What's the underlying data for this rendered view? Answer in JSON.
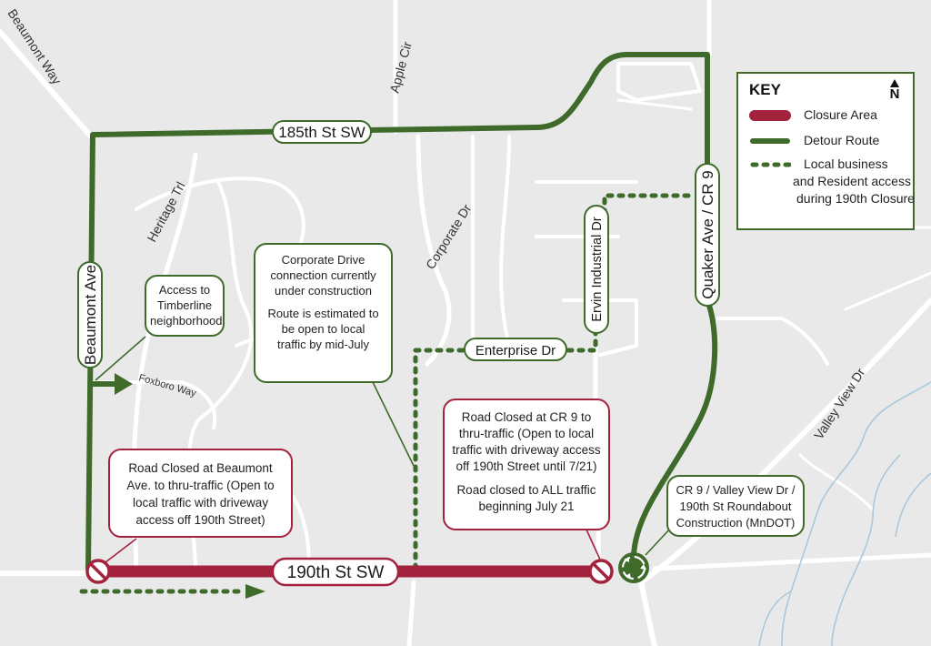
{
  "streets": {
    "beaumont_way": "Beaumont Way",
    "apple_cir": "Apple Cir",
    "heritage_trl": "Heritage Trl",
    "corporate_dr": "Corporate Dr",
    "foxboro_way": "Foxboro Way",
    "valley_view_dr": "Valley View Dr"
  },
  "route_labels": {
    "st_185": "185th St SW",
    "beaumont_ave": "Beaumont Ave",
    "st_190": "190th St SW",
    "enterprise_dr": "Enterprise Dr",
    "ervin_industrial_dr": "Ervin Industrial Dr",
    "quaker_ave": "Quaker Ave / CR 9"
  },
  "key": {
    "title": "KEY",
    "north": "N",
    "closure": "Closure Area",
    "detour": "Detour Route",
    "local_line1": "Local business",
    "local_line2": "and Resident access",
    "local_line3": "during 190th Closure"
  },
  "callouts": {
    "timberline": {
      "l1": "Access to",
      "l2": "Timberline",
      "l3": "neighborhood"
    },
    "corporate": {
      "l1": "Corporate Drive",
      "l2": "connection currently",
      "l3": "under construction",
      "l4": "Route is estimated to",
      "l5": "be open to local",
      "l6": "traffic by mid-July"
    },
    "beaumont_closed": {
      "l1": "Road Closed at Beaumont",
      "l2": "Ave. to thru-traffic (Open to",
      "l3": "local traffic with driveway",
      "l4": "access off 190th Street)"
    },
    "cr9_closed": {
      "l1": "Road Closed at CR 9 to",
      "l2": "thru-traffic (Open to local",
      "l3": "traffic with driveway access",
      "l4": "off 190th Street until 7/21)",
      "l5": "Road closed to ALL traffic",
      "l6": "beginning July 21"
    },
    "roundabout": {
      "l1": "CR 9 / Valley View Dr /",
      "l2": "190th St Roundabout",
      "l3": "Construction (MnDOT)"
    }
  },
  "colors": {
    "detour_green": "#3e6a2a",
    "closure_red": "#a3223d",
    "background": "#e9e9e9",
    "street_white": "#ffffff"
  },
  "icons": {
    "closure": "no-entry-icon",
    "roundabout": "roundabout-icon",
    "north": "north-arrow-icon"
  }
}
